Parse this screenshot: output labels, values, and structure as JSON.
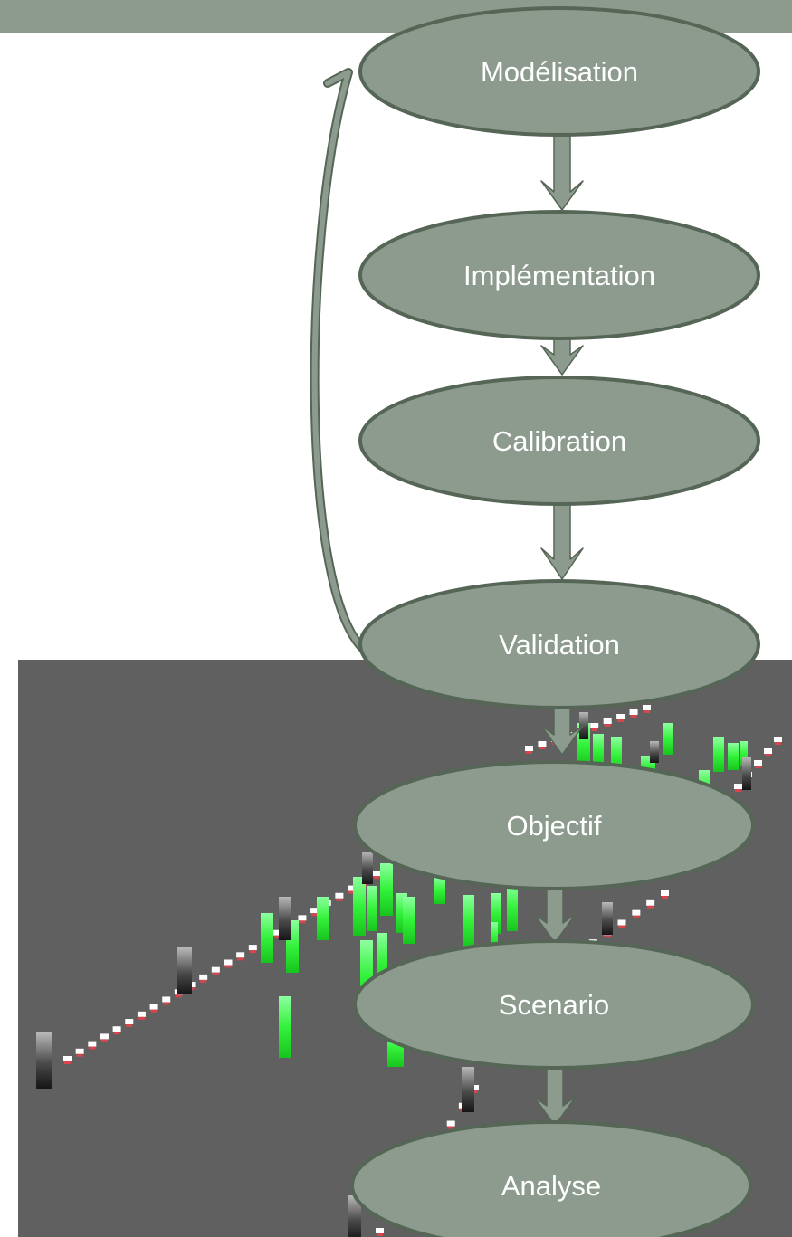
{
  "colors": {
    "top_band": "#8c9b8d",
    "node_fill": "#8c9b8d",
    "node_stroke": "#566656",
    "arrow": "#8c9b8d",
    "arrow_stroke": "#566656",
    "simulation_background": "#606060",
    "building_green": "#27f02a",
    "building_dark": "#2a2a2a",
    "building_white": "#ffffff",
    "building_red": "#d7454e",
    "text": "#ffffff"
  },
  "diagram": {
    "steps": [
      {
        "id": "modelisation",
        "label": "Modélisation"
      },
      {
        "id": "implementation",
        "label": "Implémentation"
      },
      {
        "id": "calibration",
        "label": "Calibration"
      },
      {
        "id": "validation",
        "label": "Validation"
      },
      {
        "id": "objectif",
        "label": "Objectif"
      },
      {
        "id": "scenario",
        "label": "Scenario"
      },
      {
        "id": "analyse",
        "label": "Analyse"
      }
    ],
    "edges": [
      {
        "from": "modelisation",
        "to": "implementation"
      },
      {
        "from": "implementation",
        "to": "calibration"
      },
      {
        "from": "calibration",
        "to": "validation"
      },
      {
        "from": "validation",
        "to": "objectif"
      },
      {
        "from": "objectif",
        "to": "scenario"
      },
      {
        "from": "scenario",
        "to": "analyse"
      },
      {
        "from": "validation",
        "to": "modelisation",
        "type": "feedback-loop"
      }
    ]
  }
}
